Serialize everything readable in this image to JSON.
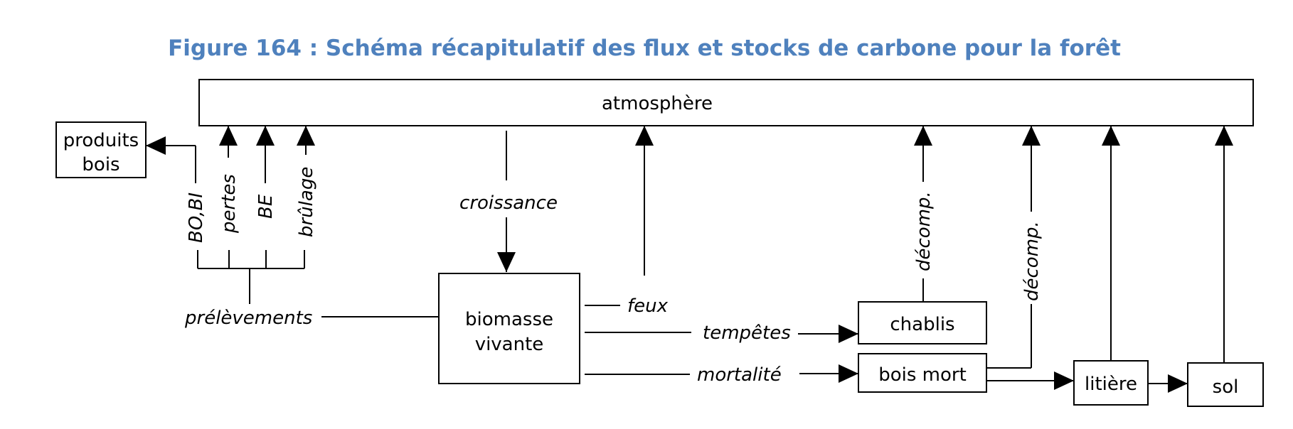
{
  "title": "Figure 164 : Schéma récapitulatif des flux et stocks de carbone pour la forêt",
  "boxes": {
    "atmosphere": "atmosphère",
    "produits_line1": "produits",
    "produits_line2": "bois",
    "biomasse_line1": "biomasse",
    "biomasse_line2": "vivante",
    "chablis": "chablis",
    "bois_mort": "bois mort",
    "litiere": "litière",
    "sol": "sol"
  },
  "flows": {
    "bo_bi": "BO,BI",
    "pertes": "pertes",
    "be": "BE",
    "brulage": "brûlage",
    "prelevements": "prélèvements",
    "croissance": "croissance",
    "feux": "feux",
    "tempetes": "tempêtes",
    "mortalite": "mortalité",
    "decomp_chablis": "décomp.",
    "decomp_bois_mort": "décomp."
  },
  "colors": {
    "title": "#4f81bd",
    "stroke": "#000000"
  }
}
